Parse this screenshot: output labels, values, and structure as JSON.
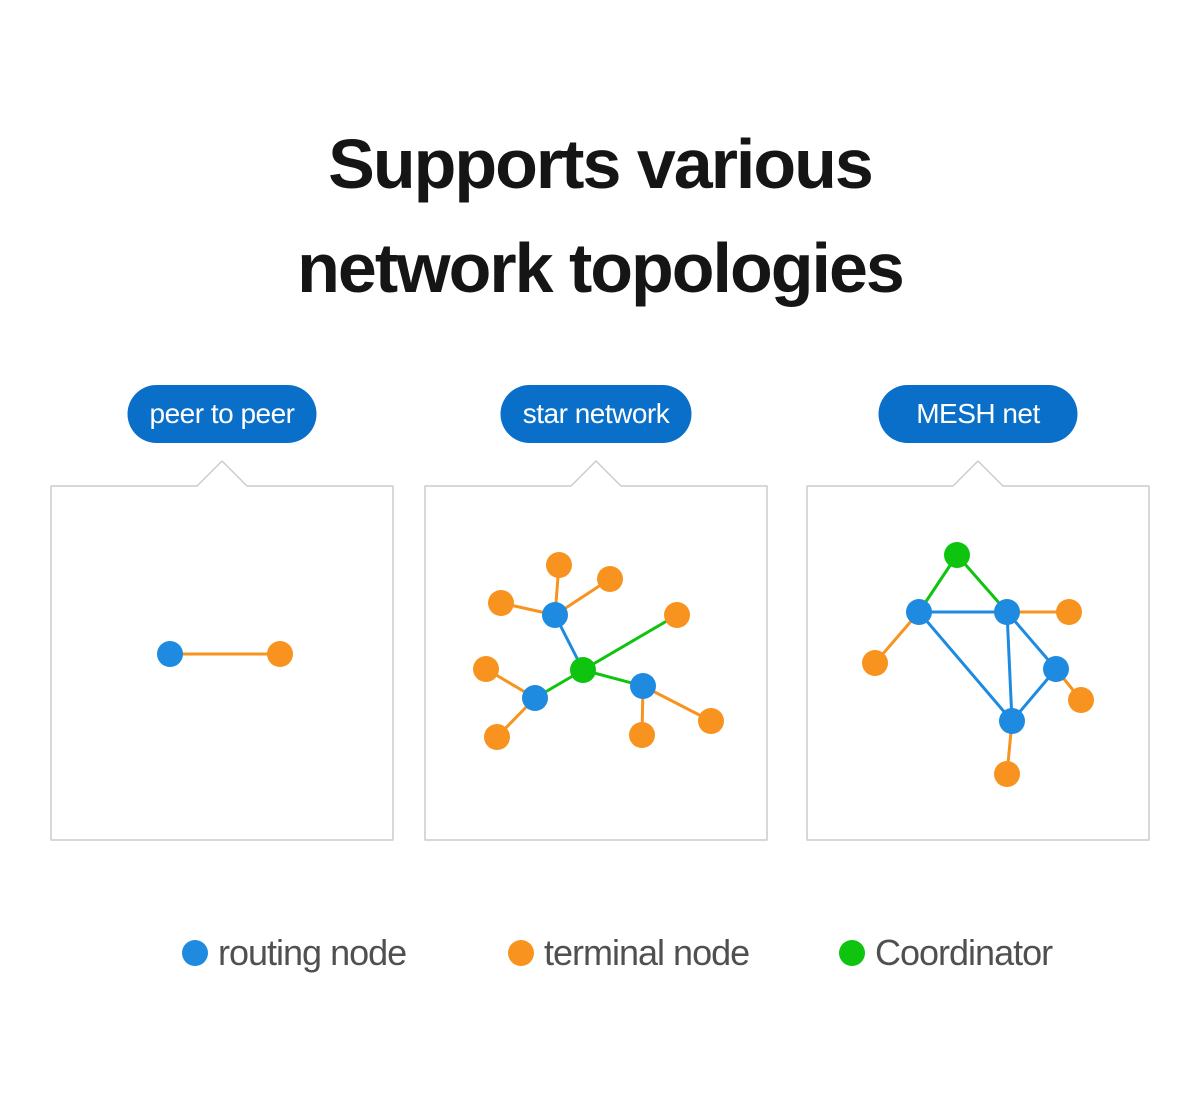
{
  "title": {
    "line1": "Supports various",
    "line2": "network topologies"
  },
  "colors": {
    "routing": "#1e8be0",
    "terminal": "#f7931e",
    "coordinator": "#0fc40f",
    "pill": "#0a6fc9",
    "border": "#cccccc"
  },
  "panels": [
    {
      "label": "peer to peer",
      "nodes": [
        {
          "id": "r1",
          "type": "routing"
        },
        {
          "id": "t1",
          "type": "terminal"
        }
      ],
      "edges": [
        {
          "from": "r1",
          "to": "t1",
          "kind": "terminal"
        }
      ]
    },
    {
      "label": "star network",
      "nodes": [
        {
          "id": "c",
          "type": "coordinator"
        },
        {
          "id": "r1",
          "type": "routing"
        },
        {
          "id": "r2",
          "type": "routing"
        },
        {
          "id": "r3",
          "type": "routing"
        },
        {
          "id": "t1",
          "type": "terminal"
        },
        {
          "id": "t2",
          "type": "terminal"
        },
        {
          "id": "t3",
          "type": "terminal"
        },
        {
          "id": "t4",
          "type": "terminal"
        },
        {
          "id": "t5",
          "type": "terminal"
        },
        {
          "id": "t6",
          "type": "terminal"
        },
        {
          "id": "t7",
          "type": "terminal"
        },
        {
          "id": "t8",
          "type": "terminal"
        },
        {
          "id": "t9",
          "type": "terminal"
        }
      ],
      "edges": [
        {
          "from": "c",
          "to": "r1",
          "kind": "routing"
        },
        {
          "from": "c",
          "to": "r2",
          "kind": "coordinator"
        },
        {
          "from": "c",
          "to": "r3",
          "kind": "coordinator"
        },
        {
          "from": "c",
          "to": "t4",
          "kind": "coordinator"
        },
        {
          "from": "r1",
          "to": "t1",
          "kind": "terminal"
        },
        {
          "from": "r1",
          "to": "t2",
          "kind": "terminal"
        },
        {
          "from": "r1",
          "to": "t3",
          "kind": "terminal"
        },
        {
          "from": "r2",
          "to": "t5",
          "kind": "terminal"
        },
        {
          "from": "r2",
          "to": "t6",
          "kind": "terminal"
        },
        {
          "from": "r3",
          "to": "t7",
          "kind": "terminal"
        },
        {
          "from": "r3",
          "to": "t8",
          "kind": "terminal"
        }
      ]
    },
    {
      "label": "MESH net",
      "nodes": [
        {
          "id": "c",
          "type": "coordinator"
        },
        {
          "id": "r1",
          "type": "routing"
        },
        {
          "id": "r2",
          "type": "routing"
        },
        {
          "id": "r3",
          "type": "routing"
        },
        {
          "id": "r4",
          "type": "routing"
        },
        {
          "id": "t1",
          "type": "terminal"
        },
        {
          "id": "t2",
          "type": "terminal"
        },
        {
          "id": "t3",
          "type": "terminal"
        },
        {
          "id": "t4",
          "type": "terminal"
        }
      ],
      "edges": [
        {
          "from": "c",
          "to": "r1",
          "kind": "coordinator"
        },
        {
          "from": "c",
          "to": "r2",
          "kind": "coordinator"
        },
        {
          "from": "r1",
          "to": "r2",
          "kind": "routing"
        },
        {
          "from": "r1",
          "to": "r4",
          "kind": "routing"
        },
        {
          "from": "r2",
          "to": "r3",
          "kind": "routing"
        },
        {
          "from": "r2",
          "to": "r4",
          "kind": "routing"
        },
        {
          "from": "r3",
          "to": "r4",
          "kind": "routing"
        },
        {
          "from": "r1",
          "to": "t1",
          "kind": "terminal"
        },
        {
          "from": "r2",
          "to": "t2",
          "kind": "terminal"
        },
        {
          "from": "r3",
          "to": "t3",
          "kind": "terminal"
        },
        {
          "from": "r4",
          "to": "t4",
          "kind": "terminal"
        }
      ]
    }
  ],
  "legend": [
    {
      "type": "routing",
      "label": "routing node"
    },
    {
      "type": "terminal",
      "label": "terminal node"
    },
    {
      "type": "coordinator",
      "label": "Coordinator"
    }
  ]
}
